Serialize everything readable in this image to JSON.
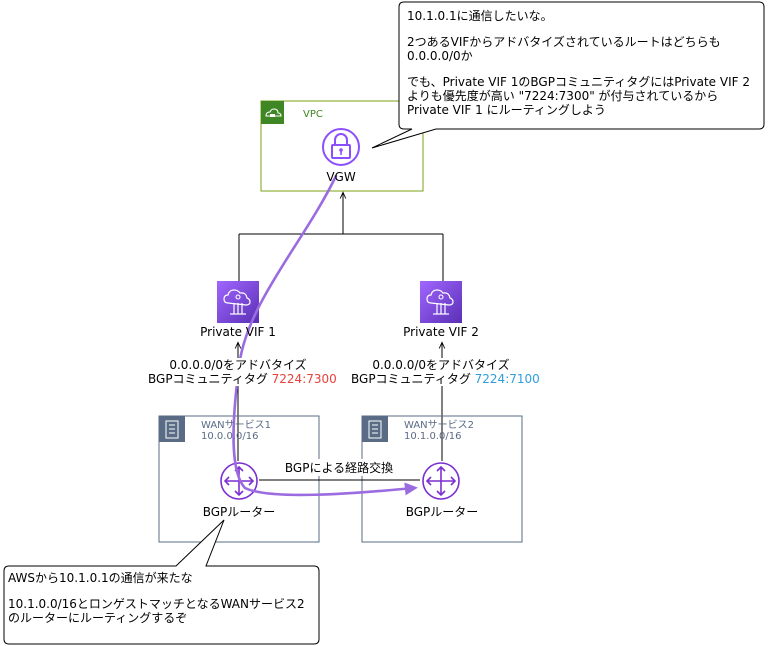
{
  "vpc": {
    "title": "VPC",
    "gateway_label": "VGW"
  },
  "vifs": [
    {
      "label": "Private VIF 1",
      "advertise": "0.0.0.0/0をアドバタイズ",
      "community_prefix": "BGPコミュニティタグ ",
      "community_value": "7224:7300",
      "community_color": "#e8413b"
    },
    {
      "label": "Private VIF 2",
      "advertise": "0.0.0.0/0をアドバタイズ",
      "community_prefix": "BGPコミュニティタグ ",
      "community_value": "7224:7100",
      "community_color": "#2f9de0"
    }
  ],
  "wan": [
    {
      "name": "WANサービス1",
      "cidr": "10.0.0.0/16",
      "router_label": "BGPルーター"
    },
    {
      "name": "WANサービス2",
      "cidr": "10.1.0.0/16",
      "router_label": "BGPルーター"
    }
  ],
  "bgp_exchange_label": "BGPによる経路交換",
  "callout_top": {
    "paragraphs": [
      "10.1.0.1に通信したいな。",
      "2つあるVIFからアドバタイズされているルートはどちらも0.0.0.0/0か",
      "でも、Private VIF 1のBGPコミュニティタグにはPrivate VIF 2よりも優先度が高い \"7224:7300\" が付与されているから Private VIF 1 にルーティングしよう"
    ]
  },
  "callout_bottom": {
    "paragraphs": [
      "AWSから10.1.0.1の通信が来たな",
      "10.1.0.0/16とロンゲストマッチとなるWANサービス2のルーターにルーティングするぞ"
    ]
  },
  "colors": {
    "vpc_border": "#7aa116",
    "purple": "#8c4fff",
    "icon_gradient_top": "#8c4fff",
    "icon_gradient_bottom": "#4d27aa",
    "router_color": "#7b2fd0",
    "wan_border": "#5a6b86",
    "path": "#9b6be0"
  },
  "icons": {
    "vpc": "cloud-lock-icon",
    "vgw": "padlock-icon",
    "vif": "cloud-direct-connect-icon",
    "wan": "office-building-icon",
    "router": "router-arrows-icon"
  }
}
